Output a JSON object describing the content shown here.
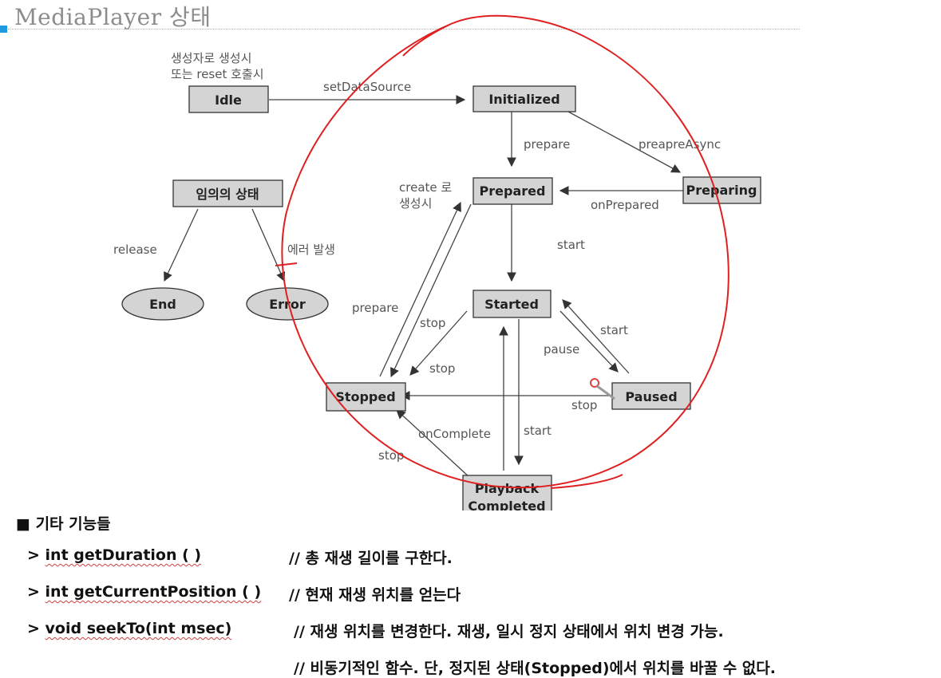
{
  "title": "MediaPlayer 상태",
  "states": {
    "idle": "Idle",
    "initialized": "Initialized",
    "prepared": "Prepared",
    "preparing": "Preparing",
    "started": "Started",
    "stopped": "Stopped",
    "paused": "Paused",
    "playback_line1": "Playback",
    "playback_line2": "Completed",
    "any_state": "임의의 상태",
    "end": "End",
    "error": "Error"
  },
  "notes": {
    "idle_note_line1": "생성자로 생성시",
    "idle_note_line2": "또는 reset 호출시",
    "create_line1": "create 로",
    "create_line2": "생성시"
  },
  "transitions": {
    "setDataSource": "setDataSource",
    "prepare": "prepare",
    "prepareAsync": "preapreAsync",
    "onPrepared": "onPrepared",
    "start_prepared": "start",
    "prepare_stopped": "prepare",
    "stop_started": "stop",
    "stop_started2": "stop",
    "start_paused": "start",
    "pause": "pause",
    "stop_paused": "stop",
    "onComplete": "onComplete",
    "start_playback": "start",
    "stop_playback": "stop",
    "release": "release",
    "error_occurred": "에러 발생"
  },
  "colors": {
    "box_fill": "#d4d4d4",
    "box_border": "#333333",
    "annotation": "#e02020",
    "title": "#8c8c8c",
    "marker": "#1e9be0"
  },
  "extras": {
    "heading": "■ 기타 기능들",
    "items": [
      {
        "prefix": "> ",
        "code": "int getDuration ( )",
        "comment": "// 총 재생 길이를 구한다."
      },
      {
        "prefix": "> ",
        "code": "int getCurrentPosition ( )",
        "comment": "// 현재 재생 위치를 얻는다"
      },
      {
        "prefix": "> ",
        "code": "void seekTo(int msec)",
        "comment": "// 재생 위치를 변경한다. 재생, 일시 정지 상태에서 위치 변경 가능."
      }
    ],
    "continuation": "// 비동기적인 함수. 단, 정지된 상태(Stopped)에서 위치를 바꿀 수 없다."
  }
}
